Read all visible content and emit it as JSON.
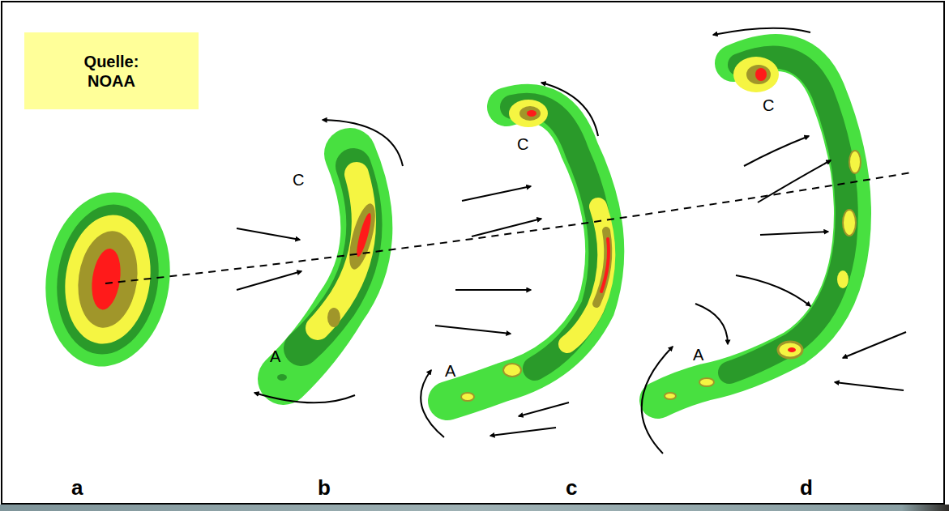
{
  "diagram": {
    "nodes": [
      {
        "text": [
          "Quelle: NOAA"
        ]
      }
    ],
    "labels": [
      "C",
      "A",
      "C",
      "A",
      "C",
      "A",
      "a",
      "b",
      "c",
      "d"
    ]
  }
}
